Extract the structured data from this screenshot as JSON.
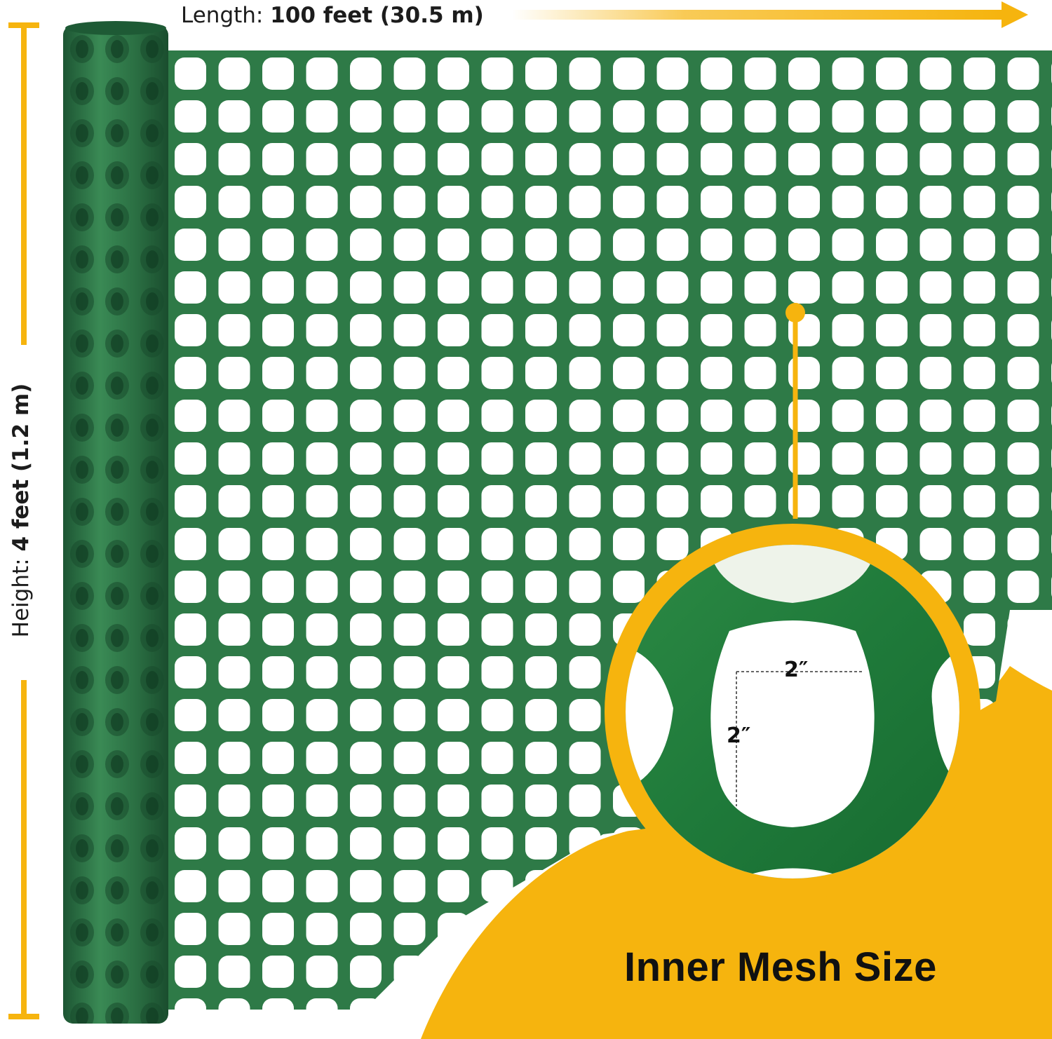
{
  "dimensions": {
    "length_prefix": "Length:",
    "length_value": "100 feet (30.5 m)",
    "height_prefix": "Height:",
    "height_value": "4 feet (1.2 m)"
  },
  "detail": {
    "width_label": "2″",
    "height_label": "2″",
    "caption": "Inner Mesh Size"
  },
  "colors": {
    "accent": "#F6B40E",
    "mesh_green": "#2E7A47",
    "roll_green": "#2A6E42",
    "detail_green": "#1F7A3A"
  },
  "icons": [
    "arrow-right-icon",
    "height-bracket-icon",
    "callout-pin-icon",
    "magnifier-circle-icon"
  ]
}
